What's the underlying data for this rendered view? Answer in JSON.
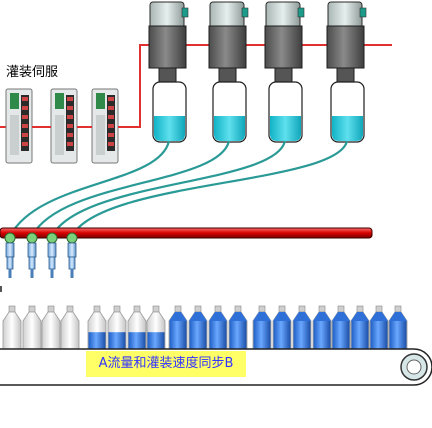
{
  "servo_label": "灌装伺服",
  "sync_label": "A流量和灌装速度同步B",
  "colors": {
    "wire_red": "#e03030",
    "hose_teal": "#2a9a96",
    "liquid": "#1fc7d9",
    "valve_body": "#6e6e6e",
    "filled_bottle": "#3b78d8",
    "empty_bottle": "#e6e6e6",
    "rail_red": "#e82020",
    "conveyor_belt": "#ffffff",
    "sync_label_bg": "#ffff66",
    "sync_label_text": "#3333ff"
  },
  "components": {
    "servo_drives": 3,
    "filling_valves": 4,
    "nozzles": 4,
    "bottles_empty": 4,
    "bottles_filling": 4,
    "bottles_filled": 12
  },
  "icons": [
    "servo-drive-icon",
    "filling-valve-icon",
    "nozzle-icon",
    "bottle-icon",
    "conveyor-roller-icon"
  ]
}
